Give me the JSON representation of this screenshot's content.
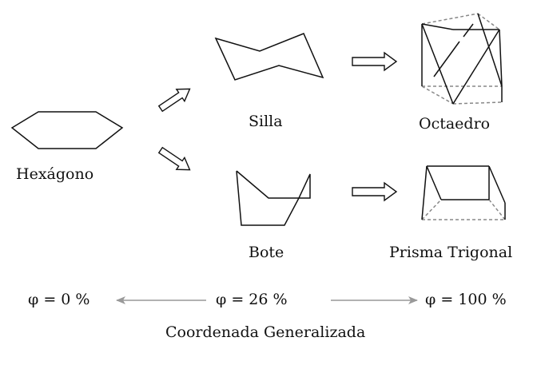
{
  "labels": {
    "hexagon": "Hexágono",
    "chair": "Silla",
    "boat": "Bote",
    "octahedron": "Octaedro",
    "trigonal_prism": "Prisma Trigonal"
  },
  "scale": {
    "phi_0": "φ = 0 %",
    "phi_26": "φ = 26 %",
    "phi_100": "φ = 100 %",
    "axis_label": "Coordenada Generalizada"
  },
  "colors": {
    "line": "#111111",
    "dashed": "#888888",
    "scale_arrow": "#999999"
  }
}
